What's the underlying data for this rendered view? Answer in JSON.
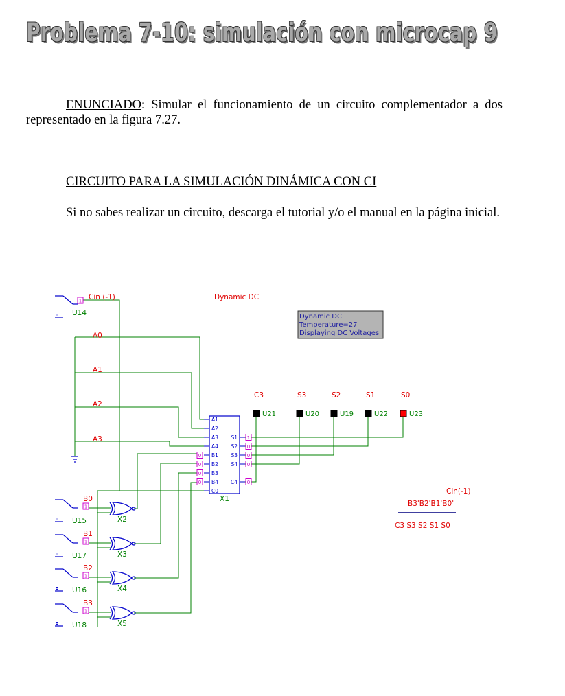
{
  "page": {
    "title": "Problema 7-10: simulación con microcap 9",
    "enunciado": {
      "label": "ENUNCIADO",
      "text": ": Simular el funcionamiento de un circuito complementador a dos representado en la figura 7.27."
    },
    "circuit_heading": "CIRCUITO PARA LA SIMULACIÓN DINÁMICA CON CI",
    "help_text": "Si no sabes realizar un circuito, descarga el tutorial y/o el manual en la página inicial."
  },
  "schematic": {
    "mode_label": "Dynamic DC",
    "info_box": [
      "Dynamic DC",
      "Temperature=27",
      "Displaying DC Voltages"
    ],
    "cin_label": "Cin (-1)",
    "cin_switch": "U14",
    "input_lines": [
      "A0",
      "A1",
      "A2",
      "A3"
    ],
    "b_inputs": [
      {
        "label": "B0",
        "switch": "U15",
        "gate": "X2",
        "state": "1"
      },
      {
        "label": "B1",
        "switch": "U17",
        "gate": "X3",
        "state": "1"
      },
      {
        "label": "B2",
        "switch": "U16",
        "gate": "X4",
        "state": "1"
      },
      {
        "label": "B3",
        "switch": "U18",
        "gate": "X5",
        "state": "1"
      }
    ],
    "ic": {
      "name": "X1",
      "left_pins": [
        "A1",
        "A2",
        "A3",
        "A4",
        "B1",
        "B2",
        "B3",
        "B4",
        "C0"
      ],
      "right_pins": [
        "S1",
        "S2",
        "S3",
        "S4",
        "C4"
      ],
      "b_states": [
        "0",
        "0",
        "0",
        "0"
      ],
      "s_states": [
        "1",
        "0",
        "0",
        "0"
      ],
      "c4_state": "0"
    },
    "outputs": [
      {
        "label": "C3",
        "probe": "U21",
        "color": "#000000"
      },
      {
        "label": "S3",
        "probe": "U20",
        "color": "#000000"
      },
      {
        "label": "S2",
        "probe": "U19",
        "color": "#000000"
      },
      {
        "label": "S1",
        "probe": "U22",
        "color": "#000000"
      },
      {
        "label": "S0",
        "probe": "U23",
        "color": "#ff0000"
      }
    ],
    "cin_state": "1",
    "equation": {
      "top": "Cin(-1)",
      "middle": "B3'B2'B1'B0'",
      "bottom": "C3 S3 S2 S1 S0"
    },
    "colors": {
      "wire": "#008000",
      "red": "#e00000",
      "pin": "#0000cc",
      "state": "#cc00cc",
      "label_green": "#008000"
    }
  }
}
